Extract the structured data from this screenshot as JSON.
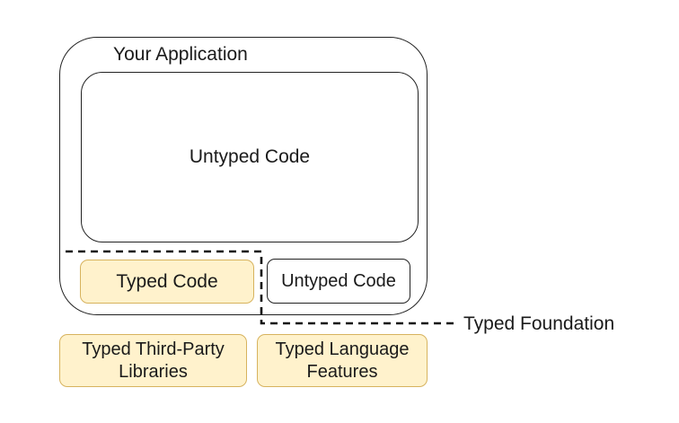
{
  "app": {
    "title": "Your Application"
  },
  "untyped_main": {
    "label": "Untyped Code"
  },
  "typed_code": {
    "label": "Typed Code"
  },
  "untyped_small": {
    "label": "Untyped Code"
  },
  "libraries": {
    "line1": "Typed Third-Party",
    "line2": "Libraries"
  },
  "language": {
    "line1": "Typed Language",
    "line2": "Features"
  },
  "foundation": {
    "label": "Typed Foundation"
  },
  "colors": {
    "typed_fill": "#fff2cc",
    "typed_stroke": "#d7b35e",
    "outline": "#222222"
  }
}
